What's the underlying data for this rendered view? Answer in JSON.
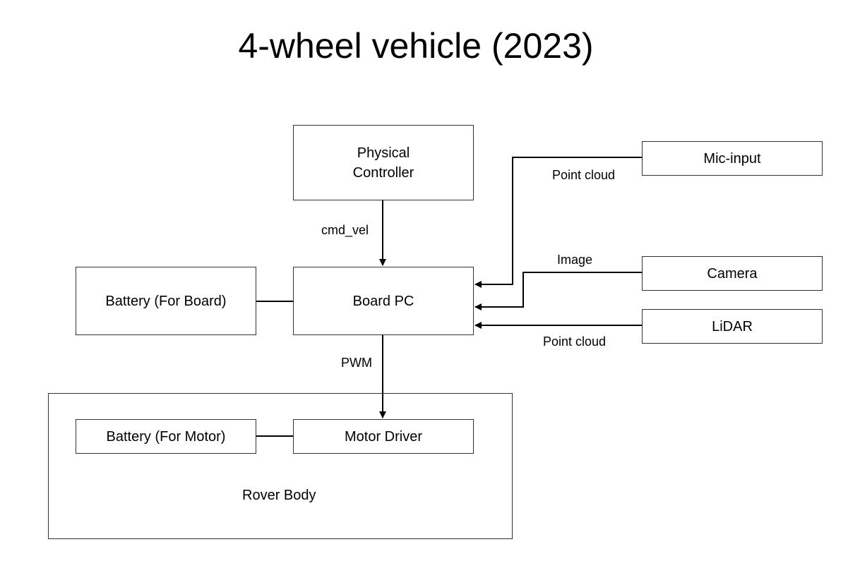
{
  "title": "4-wheel vehicle (2023)",
  "nodes": {
    "physical_controller": "Physical\nController",
    "board_pc": "Board PC",
    "battery_board": "Battery (For Board)",
    "mic_input": "Mic-input",
    "camera": "Camera",
    "lidar": "LiDAR",
    "motor_driver": "Motor Driver",
    "battery_motor": "Battery (For Motor)"
  },
  "groups": {
    "rover_body": "Rover Body"
  },
  "edge_labels": {
    "cmd_vel": "cmd_vel",
    "mic_point_cloud": "Point cloud",
    "image": "Image",
    "lidar_point_cloud": "Point cloud",
    "pwm": "PWM"
  }
}
